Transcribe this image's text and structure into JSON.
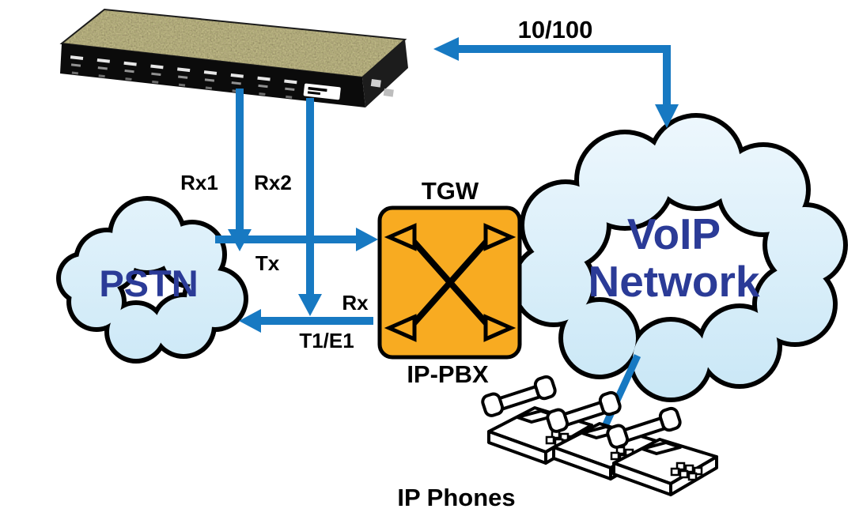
{
  "diagram": {
    "labels": {
      "link_speed": "10/100",
      "rx1": "Rx1",
      "rx2": "Rx2",
      "tx": "Tx",
      "rx": "Rx",
      "line_type": "T1/E1",
      "gateway_top": "TGW",
      "gateway_bottom": "IP-PBX",
      "pstn_cloud": "PSTN",
      "voip_line1": "VoIP",
      "voip_line2": "Network",
      "ip_phones": "IP Phones"
    },
    "colors": {
      "arrow_blue": "#1779c2",
      "cloud_fill_top": "#edf7fd",
      "cloud_fill_bottom": "#c9e7f6",
      "cloud_outline": "#000000",
      "cloud_text": "#2b3b97",
      "gateway_fill": "#f8ab21",
      "gateway_outline": "#000000",
      "label_text": "#000000",
      "background": "#ffffff"
    }
  }
}
